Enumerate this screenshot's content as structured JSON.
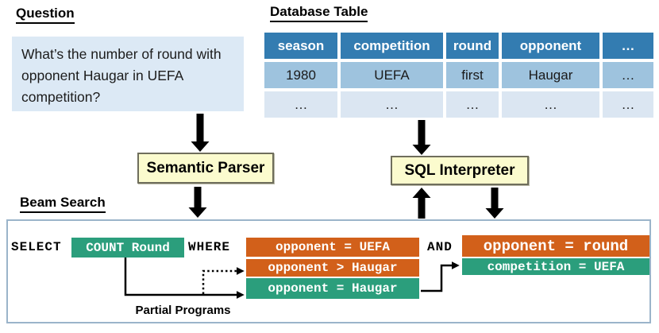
{
  "question": {
    "heading": "Question",
    "text": "What’s the number of round with opponent Haugar in UEFA competition?"
  },
  "database_table": {
    "heading": "Database Table",
    "columns": [
      "season",
      "competition",
      "round",
      "opponent",
      "…"
    ],
    "rows": [
      [
        "1980",
        "UEFA",
        "first",
        "Haugar",
        "…"
      ],
      [
        "…",
        "…",
        "…",
        "…",
        "…"
      ]
    ]
  },
  "modules": {
    "semantic_parser": "Semantic Parser",
    "sql_interpreter": "SQL Interpreter"
  },
  "beam_search": {
    "heading": "Beam Search",
    "select_keyword": "SELECT",
    "select_clause": "COUNT Round",
    "where_keyword": "WHERE",
    "and_keyword": "AND",
    "candidates": [
      {
        "text": "opponent = UEFA",
        "status": "rejected"
      },
      {
        "text": "opponent > Haugar",
        "status": "rejected"
      },
      {
        "text": "opponent = Haugar",
        "status": "accepted"
      }
    ],
    "next_candidates": [
      {
        "text": "opponent = round",
        "status": "rejected"
      },
      {
        "text": "competition = UEFA",
        "status": "accepted"
      }
    ],
    "partial_programs_label": "Partial Programs"
  },
  "colors": {
    "accepted_green": "#2b9e7c",
    "rejected_orange": "#d2601a",
    "table_header_blue": "#337cb1",
    "table_row_blue": "#9ec3de",
    "table_row_light": "#dbe6f2",
    "question_bg": "#dce9f5",
    "module_bg": "#fbfbce",
    "beam_border": "#9bb4ca",
    "arrow_black": "#000000"
  }
}
